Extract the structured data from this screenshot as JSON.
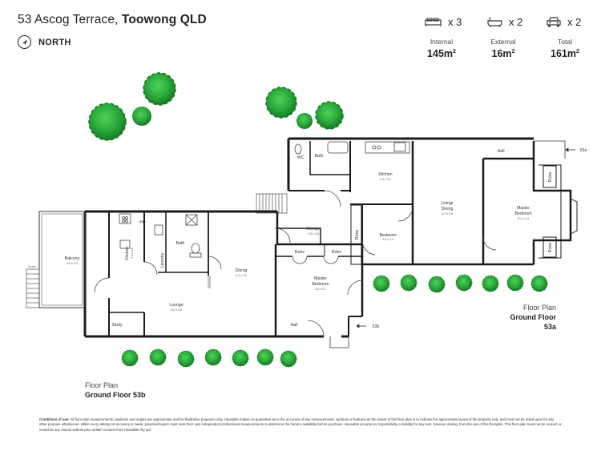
{
  "header": {
    "address": "53 Ascog Terrace, ",
    "suburb": "Toowong QLD",
    "north_label": "NORTH"
  },
  "features": {
    "beds": "x 3",
    "baths": "x 2",
    "cars": "x 2"
  },
  "areas": [
    {
      "label": "Internal",
      "value": "145m",
      "unit": "2"
    },
    {
      "label": "External",
      "value": "16m",
      "unit": "2"
    },
    {
      "label": "Total",
      "value": "161m",
      "unit": "2"
    }
  ],
  "rooms_53a": {
    "kitchen": {
      "name": "Kitchen",
      "dims": "3.3 x 3.0"
    },
    "living": {
      "name": "Living/",
      "name2": "Dining",
      "dims": "6.3 x 3.6"
    },
    "master": {
      "name": "Master",
      "name2": "Bedroom",
      "dims": "5.1 x 4.4"
    },
    "bedroom": {
      "name": "Bedroom",
      "dims": "2.8 x 2.4"
    },
    "bath": "Bath",
    "wc": "WC",
    "hall": "Hall",
    "robe_a": "Robe",
    "robe_b": "Robe",
    "robe_c": "Robe",
    "entry": "53a"
  },
  "rooms_53b": {
    "balcony": {
      "name": "Balcony",
      "dims": "4.8 x 3.3"
    },
    "kitchen": {
      "name": "Kitchen",
      "dims": "3.0 x 2.8"
    },
    "pty": "Pty",
    "bath": "Bath",
    "laundry": "Laundry",
    "dining": {
      "name": "Dining",
      "dims": "6.3 x 3.5"
    },
    "storage": {
      "name": "Storage",
      "dims": "4.8 x 3.6"
    },
    "robe_a": "Robe",
    "robe_b": "Robe",
    "master": {
      "name": "Master",
      "name2": "Bedroom",
      "dims": "4.3 x 3.7"
    },
    "lounge": {
      "name": "Lounge",
      "dims": "5.0 x 3.0"
    },
    "study": "Study",
    "hall": "Hall",
    "down": "Down",
    "entry": "53b"
  },
  "floor_labels": {
    "a_sub": "Floor Plan",
    "a_main": "Ground Floor 53a",
    "b_sub": "Floor Plan",
    "b_main": "Ground Floor 53b"
  },
  "disclaimer": {
    "title": "Conditions of use:",
    "text": "All floor plan measurements, positions and angles are approximate and for illustrative purposes only. Hausable makes no guarantee as to the accuracy of any measurements, symbols or features as the extent of this floor plan is to indicate the approximate layout of the property only, and must not be relied upon for any other purpose whatsoever. While every attempt at accuracy is made, potential buyers must seek their own independent professional measurements to determine the home's suitability before purchase. Hausable accepts no responsibility or liability for any loss, however arising, from the use of this floorplan. This floor plan must not be reused, or resold for any reason without prior written consent from Hausable Pty Ltd."
  },
  "colors": {
    "tree_dark": "#1f8a2b",
    "tree_light": "#3fbf45",
    "wall": "#1a1a1a"
  }
}
